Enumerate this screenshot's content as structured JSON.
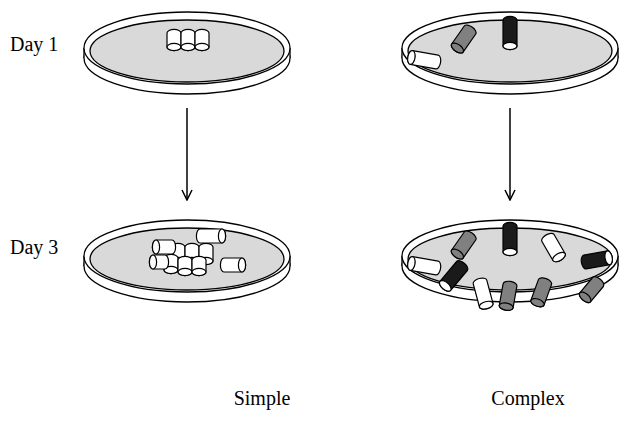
{
  "diagram": {
    "labels": [
      "Day 1",
      "Day 3",
      "Simple",
      "Complex"
    ]
  }
}
